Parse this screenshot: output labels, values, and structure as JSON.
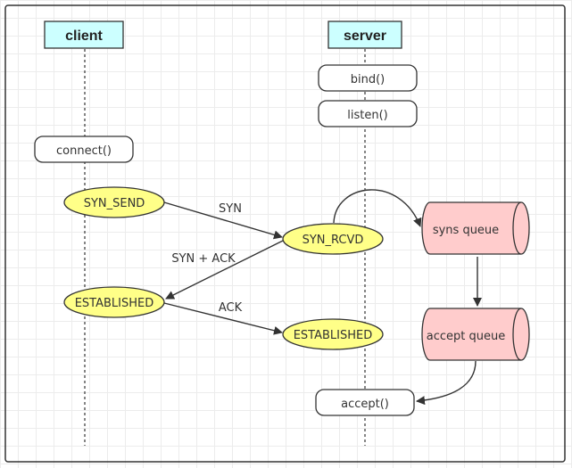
{
  "lifelines": {
    "client": "client",
    "server": "server"
  },
  "calls": {
    "bind": "bind()",
    "listen": "listen()",
    "connect": "connect()",
    "accept": "accept()"
  },
  "states": {
    "syn_send": "SYN_SEND",
    "syn_rcvd": "SYN_RCVD",
    "client_established": "ESTABLISHED",
    "server_established": "ESTABLISHED"
  },
  "messages": {
    "syn": "SYN",
    "syn_ack": "SYN + ACK",
    "ack": "ACK"
  },
  "queues": {
    "syns": "syns queue",
    "accept": "accept queue"
  },
  "colors": {
    "header_fill": "#ccffff",
    "state_fill": "#ffff88",
    "queue_fill": "#ffcccc",
    "stroke": "#333333"
  }
}
